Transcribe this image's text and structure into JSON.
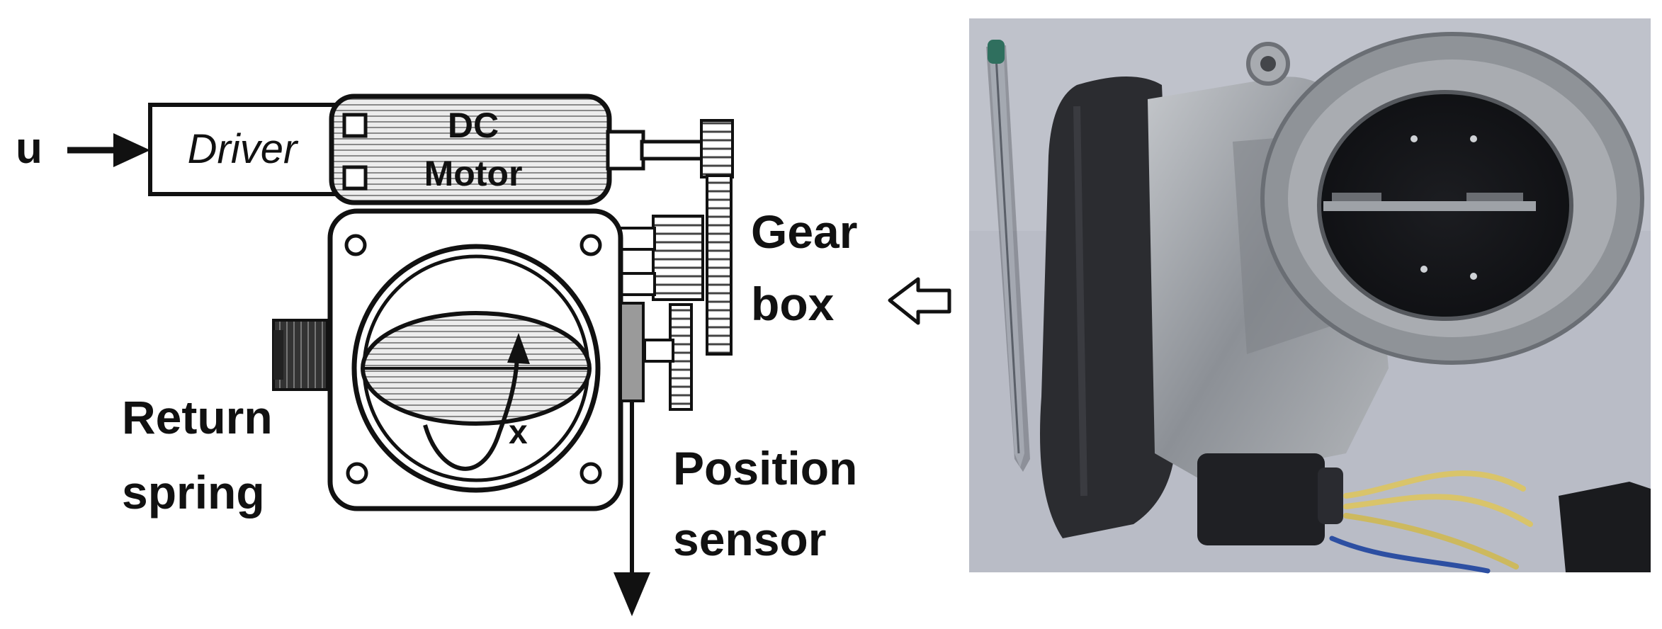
{
  "labels": {
    "input": "u",
    "driver": "Driver",
    "motor_line1": "DC",
    "motor_line2": "Motor",
    "gearbox_line1": "Gear",
    "gearbox_line2": "box",
    "return_spring_line1": "Return",
    "return_spring_line2": "spring",
    "position_sensor_line1": "Position",
    "position_sensor_line2": "sensor",
    "angle": "x"
  },
  "photo": {
    "subject": "electronic throttle body with pen for scale",
    "colors": {
      "background": "#b9bcc6",
      "housing": "#2b2c30",
      "metal": "#9a9ea3",
      "wire": "#d9c46a",
      "pen": "#2f6f5e"
    }
  }
}
